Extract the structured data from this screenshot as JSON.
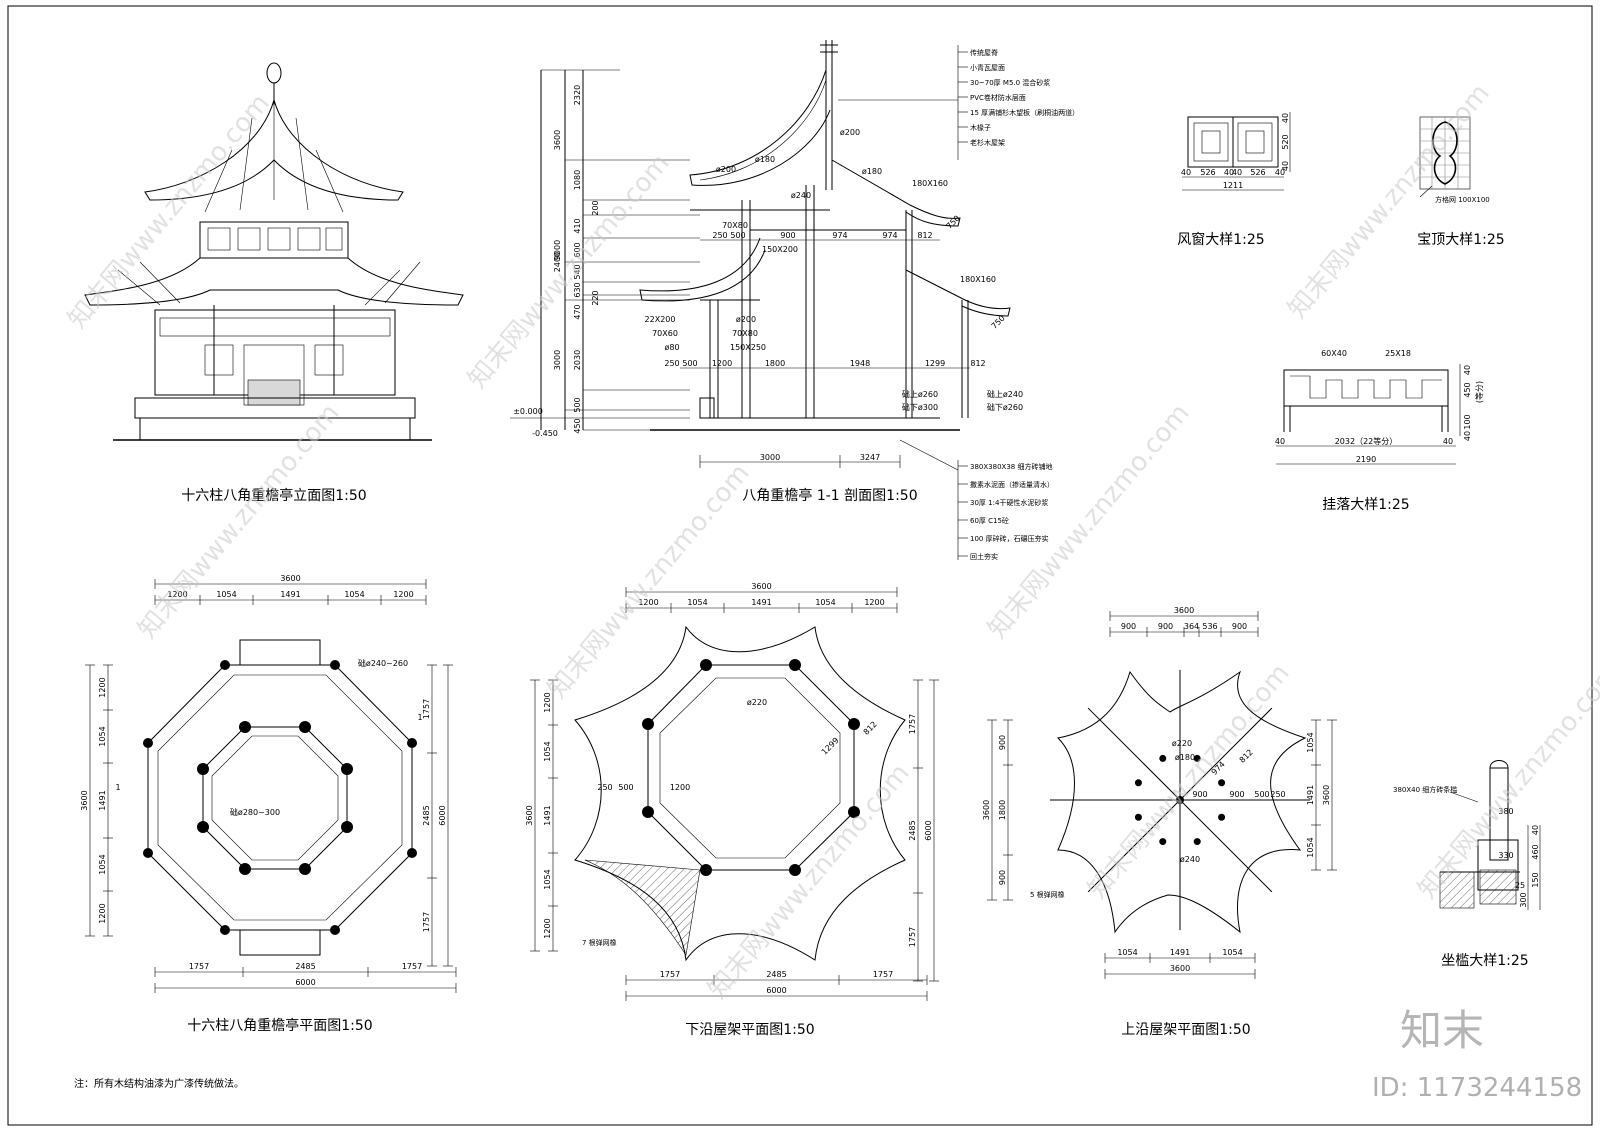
{
  "titles": {
    "elevation": "十六柱八角重檐亭立面图1:50",
    "section": "八角重檐亭 1-1 剖面图1:50",
    "wind_window": "风窗大样1:25",
    "finial": "宝顶大样1:25",
    "hanging": "挂落大样1:25",
    "plan": "十六柱八角重檐亭平面图1:50",
    "lower_roof": "下沿屋架平面图1:50",
    "upper_roof": "上沿屋架平面图1:50",
    "seat": "坐槛大样1:25"
  },
  "note": "注：所有木结构油漆为广漆传统做法。",
  "brand": "知末",
  "id_text": "ID: 1173244158",
  "watermark": "知末网www.znzmo.com",
  "section_dims": {
    "left_levels": [
      "3600",
      "2320",
      "1080",
      "200",
      "410",
      "600",
      "540",
      "630",
      "220",
      "470",
      "2030",
      "500",
      "450",
      "9000",
      "2400",
      "3000"
    ],
    "pm0": "±0.000",
    "m450": "-0.450",
    "bottom": [
      "3000",
      "3247"
    ],
    "row1": [
      "250",
      "500",
      "900",
      "974",
      "974",
      "812"
    ],
    "row2": [
      "250",
      "500",
      "1200",
      "1800",
      "1948",
      "1299",
      "812"
    ],
    "members": [
      "ø200",
      "ø180",
      "ø180",
      "ø240",
      "ø200",
      "180X160",
      "180X160",
      "70X80",
      "150X200",
      "22X200",
      "70X60",
      "ø80",
      "ø200",
      "70X80",
      "150X250",
      "750",
      "750"
    ],
    "col_labels": [
      "础上ø260",
      "础下ø300",
      "础上ø240",
      "础下ø260"
    ],
    "roof_layers": [
      "传统屋脊",
      "小青瓦屋面",
      "30~70厚 M5.0 混合砂浆",
      "PVC卷材防水层面",
      "15 厚满铺杉木望板（刷桐油两道）",
      "木椽子",
      "老杉木屋架"
    ],
    "floor_layers": [
      "380X380X38 细方砖铺地",
      "撒素水泥面（掺适量清水）",
      "30厚 1:4干硬性水泥砂浆",
      "60厚 C15砼",
      "100 厚碎砖，石碾压夯实",
      "回土夯实"
    ]
  },
  "wind_dims": [
    "40",
    "526",
    "40",
    "40",
    "526",
    "40",
    "1211",
    "40",
    "520",
    "40"
  ],
  "finial_label": "方格网 100X100",
  "hang_dims": [
    "60X40",
    "25X18",
    "40",
    "450",
    "100",
    "40",
    "2032（22等分）",
    "40",
    "40",
    "2190",
    "(等分)"
  ],
  "plan_dims": {
    "top_total": "3600",
    "top": [
      "1200",
      "1054",
      "1491",
      "1054",
      "1200"
    ],
    "left": [
      "1200",
      "1054",
      "1491",
      "1054",
      "1200"
    ],
    "left_total": "3600",
    "right": [
      "1757",
      "2485",
      "1757"
    ],
    "right_total": "6000",
    "bottom": [
      "1757",
      "2485",
      "1757"
    ],
    "bottom_total": "6000",
    "col1": "础ø240~260",
    "col2": "础ø280~300",
    "cut": "1"
  },
  "lower_dims": {
    "top_total": "3600",
    "top": [
      "1200",
      "1054",
      "1491",
      "1054",
      "1200"
    ],
    "left": [
      "1200",
      "1054",
      "1491",
      "1054",
      "1200"
    ],
    "left_total": "3600",
    "right": [
      "1757",
      "2485",
      "1757"
    ],
    "right_total": "6000",
    "bottom": [
      "1757",
      "2485",
      "1757"
    ],
    "bottom_total": "6000",
    "inner": [
      "ø220",
      "1299",
      "812",
      "250",
      "500",
      "1200"
    ],
    "label": "7 根弹网橡"
  },
  "upper_dims": {
    "top_total": "3600",
    "top": [
      "900",
      "900",
      "364",
      "536",
      "900"
    ],
    "left": [
      "900",
      "1800",
      "900"
    ],
    "left_total": "3600",
    "right": [
      "1054",
      "1491",
      "1054"
    ],
    "right_total": "3600",
    "bottom": [
      "1054",
      "1491",
      "1054"
    ],
    "bottom_total": "3600",
    "inner": [
      "ø220",
      "ø180",
      "974",
      "812",
      "900",
      "900",
      "500",
      "250",
      "ø240"
    ],
    "label": "5 根弹网橡"
  },
  "seat_dims": [
    "380X40 细方砖条槛",
    "380",
    "330",
    "460",
    "40",
    "150",
    "300",
    "25"
  ]
}
